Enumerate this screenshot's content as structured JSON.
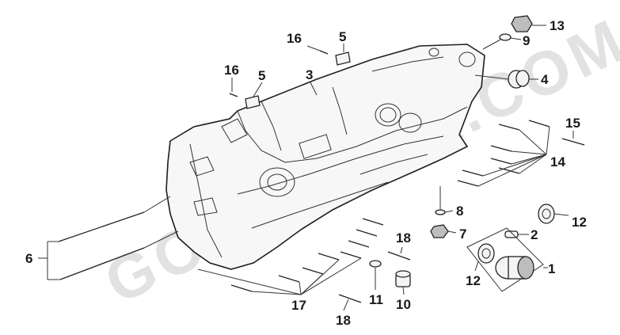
{
  "watermark": "GOTOBULK.COM",
  "colors": {
    "line": "#1a1a1a",
    "watermark": "#e2e2e2",
    "background": "#ffffff"
  },
  "callouts": {
    "c1": "1",
    "c2": "2",
    "c3": "3",
    "c4": "4",
    "c5a": "5",
    "c5b": "5",
    "c6": "6",
    "c7": "7",
    "c8": "8",
    "c9": "9",
    "c10": "10",
    "c11": "11",
    "c12a": "12",
    "c12b": "12",
    "c13": "13",
    "c14": "14",
    "c15": "15",
    "c16a": "16",
    "c16b": "16",
    "c17": "17",
    "c18a": "18",
    "c18b": "18"
  }
}
